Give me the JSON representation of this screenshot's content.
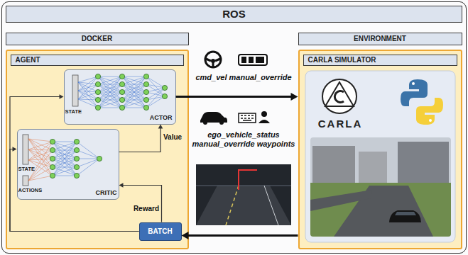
{
  "diagram": {
    "nodes": [
      {
        "text": [
          "ROS"
        ]
      },
      {
        "text": [
          "DOCKER"
        ],
        "in": 0
      },
      {
        "text": [
          "AGENT"
        ],
        "in": 1
      },
      {
        "text": [
          "STATE",
          "ACTOR"
        ],
        "in": 2
      },
      {
        "text": [
          "STATE",
          "ACTIONS",
          "CRITIC"
        ],
        "in": 2
      },
      {
        "text": [
          "BATCH"
        ],
        "in": 2
      },
      {
        "text": [
          "ENVIRONMENT"
        ],
        "in": 0
      },
      {
        "text": [
          "CARLA SIMULATOR"
        ],
        "in": 6
      }
    ],
    "edges": [
      {
        "from": 3,
        "to": 7,
        "label": "cmd_vel manual_override",
        "arrow": "to"
      },
      {
        "from": 7,
        "to": 5,
        "label": "ego_vehicle_status manual_override waypoints",
        "arrow": "to"
      },
      {
        "from": 4,
        "to": 3,
        "label": "Value",
        "arrow": "to"
      },
      {
        "from": 5,
        "to": 4,
        "label": "Reward",
        "arrow": "to"
      },
      {
        "from": 5,
        "to": 3,
        "arrow": "to"
      },
      {
        "from": 5,
        "to": 4,
        "arrow": "to"
      }
    ],
    "labels": [
      "CARLA"
    ]
  }
}
